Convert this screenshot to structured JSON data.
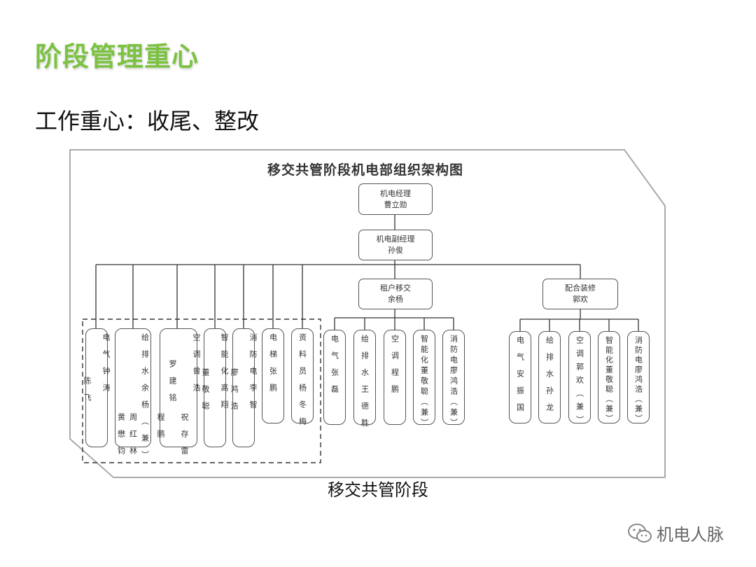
{
  "slide": {
    "title": "阶段管理重心",
    "subtitle": "工作重心：收尾、整改",
    "caption": "移交共管阶段",
    "watermark": "机电人脉",
    "accent_color": "#7cc242"
  },
  "diagram": {
    "title": "移交共管阶段机电部组织架构图",
    "manager": {
      "lines": [
        "机电经理",
        "曹立勋"
      ]
    },
    "deputy": {
      "lines": [
        "机电副经理",
        "孙俊"
      ]
    },
    "tenant": {
      "lines": [
        "租户移交",
        "余杨"
      ]
    },
    "fitout": {
      "lines": [
        "配合装修",
        "郭欢"
      ]
    },
    "shared_group": [
      {
        "cols": [
          "电气钟涛",
          "陈飞"
        ]
      },
      {
        "cols": [
          "给排水余杨（兼）",
          "周红林",
          "黄懋钧"
        ]
      },
      {
        "cols": [
          "空调曾浩",
          "祝存雷",
          "罗建铭",
          "程鹏"
        ]
      },
      {
        "cols": [
          "智能化高翔",
          "董敬聪"
        ]
      },
      {
        "cols": [
          "消防电李智",
          "廖鸿浩"
        ]
      },
      {
        "cols": [
          "电梯张鹏"
        ]
      },
      {
        "cols": [
          "资料员杨冬梅"
        ]
      }
    ],
    "tenant_group": [
      {
        "cols": [
          "电气张磊"
        ]
      },
      {
        "cols": [
          "给排水王德胜"
        ]
      },
      {
        "cols": [
          "空调程鹏"
        ]
      },
      {
        "cols": [
          "智能化董敬聪（兼）"
        ]
      },
      {
        "cols": [
          "消防电廖鸿浩（兼）"
        ]
      }
    ],
    "fitout_group": [
      {
        "cols": [
          "电气安振国"
        ]
      },
      {
        "cols": [
          "给排水孙龙"
        ]
      },
      {
        "cols": [
          "空调郭欢（兼）"
        ]
      },
      {
        "cols": [
          "智能化董敬聪（兼）"
        ]
      },
      {
        "cols": [
          "消防电廖鸿浩（兼）"
        ]
      }
    ]
  }
}
